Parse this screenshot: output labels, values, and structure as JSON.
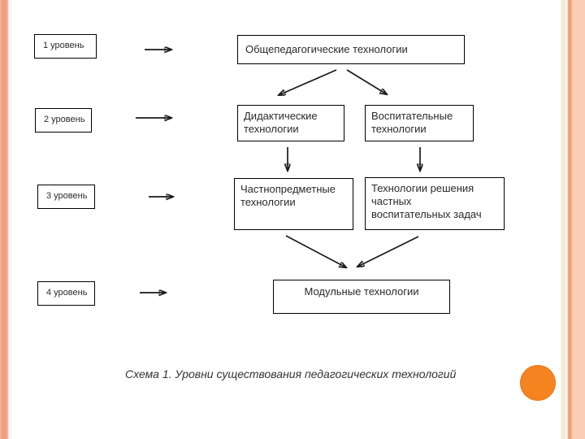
{
  "theme": {
    "stripe_core": "#EFA081",
    "right_pale": "#FBCDB5",
    "right_orange_line": "#E9996E",
    "circle_orange": "#F58320",
    "box_border": "#000000",
    "text_color": "#2A2A2A"
  },
  "levels": [
    {
      "label": "1 уровень"
    },
    {
      "label": "2 уровень"
    },
    {
      "label": "3 уровень"
    },
    {
      "label": "4 уровень"
    }
  ],
  "diagram": {
    "top": "Общепедагогические технологии",
    "didactic": "Дидактические\nтехнологии",
    "vospit": "Воспитательные\nтехнологии",
    "chastno": "Частнопредметные\nтехнологии",
    "resh": "Технологии решения\nчастных\nвоспитательных задач",
    "modular": "Модульные технологии"
  },
  "caption": "Схема 1. Уровни существования педагогических технологий"
}
